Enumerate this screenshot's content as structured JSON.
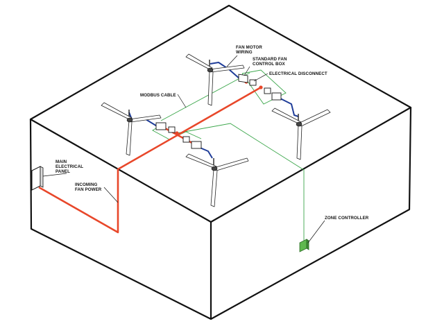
{
  "labels": {
    "fan_motor_wiring": [
      "FAN MOTOR",
      "WIRING"
    ],
    "standard_fan_control_box": [
      "STANDARD FAN",
      "CONTROL BOX"
    ],
    "electrical_disconnect": [
      "ELECTRICAL DISCONNECT"
    ],
    "modbus_cable": [
      "MODBUS CABLE"
    ],
    "main_electrical_panel": [
      "MAIN",
      "ELECTRICAL",
      "PANEL"
    ],
    "incoming_fan_power": [
      "INCOMING",
      "FAN POWER"
    ],
    "zone_controller": [
      "ZONE CONTROLLER"
    ]
  },
  "colors": {
    "outline": "#111111",
    "power_line": "#e8472a",
    "motor_wiring": "#1f3d99",
    "modbus_cable": "#3aa64a",
    "zone_controller_fill": "#5fb84f"
  }
}
